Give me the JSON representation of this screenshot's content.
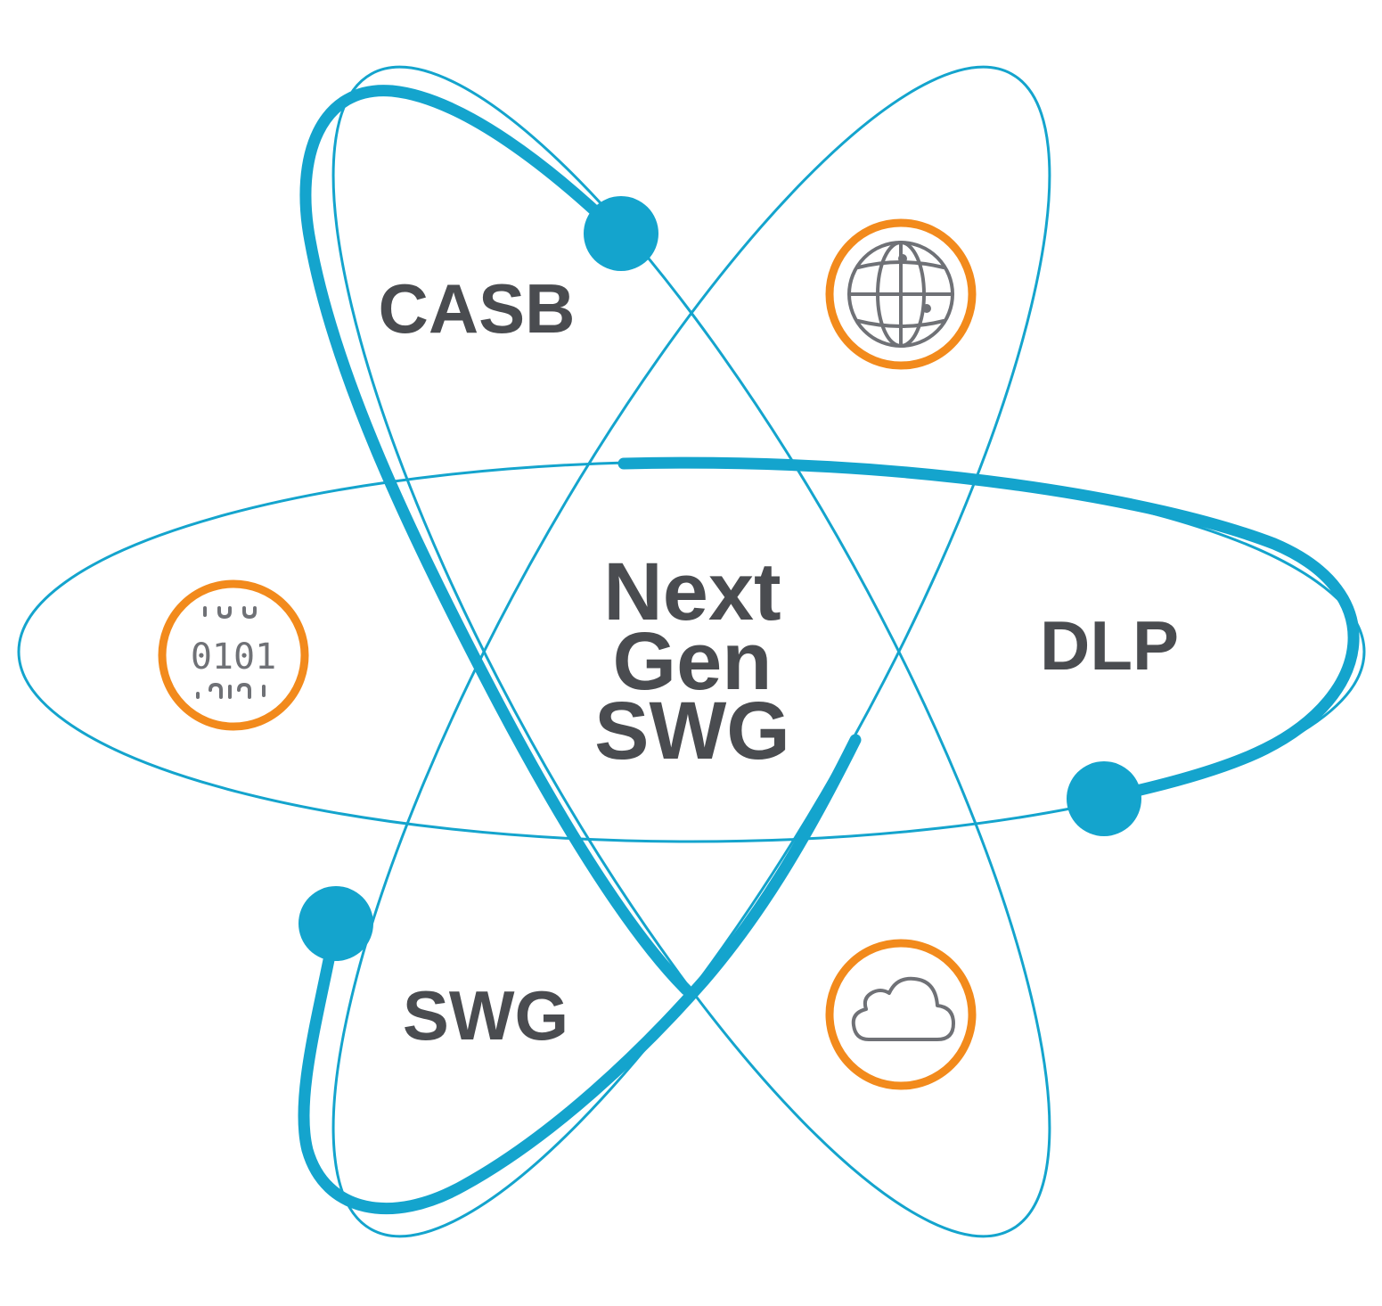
{
  "diagram": {
    "center_label_lines": [
      "Next",
      "Gen",
      "SWG"
    ],
    "labels": {
      "top_left": "CASB",
      "right": "DLP",
      "bottom_left": "SWG"
    },
    "icons": [
      {
        "name": "globe-icon"
      },
      {
        "name": "binary-data-icon",
        "binary_text": "0101"
      },
      {
        "name": "cloud-icon"
      }
    ],
    "colors": {
      "orbit": "#14a4cd",
      "icon_ring": "#f28a1c",
      "text": "#4a4c50",
      "icon_stroke": "#6f7176"
    }
  }
}
